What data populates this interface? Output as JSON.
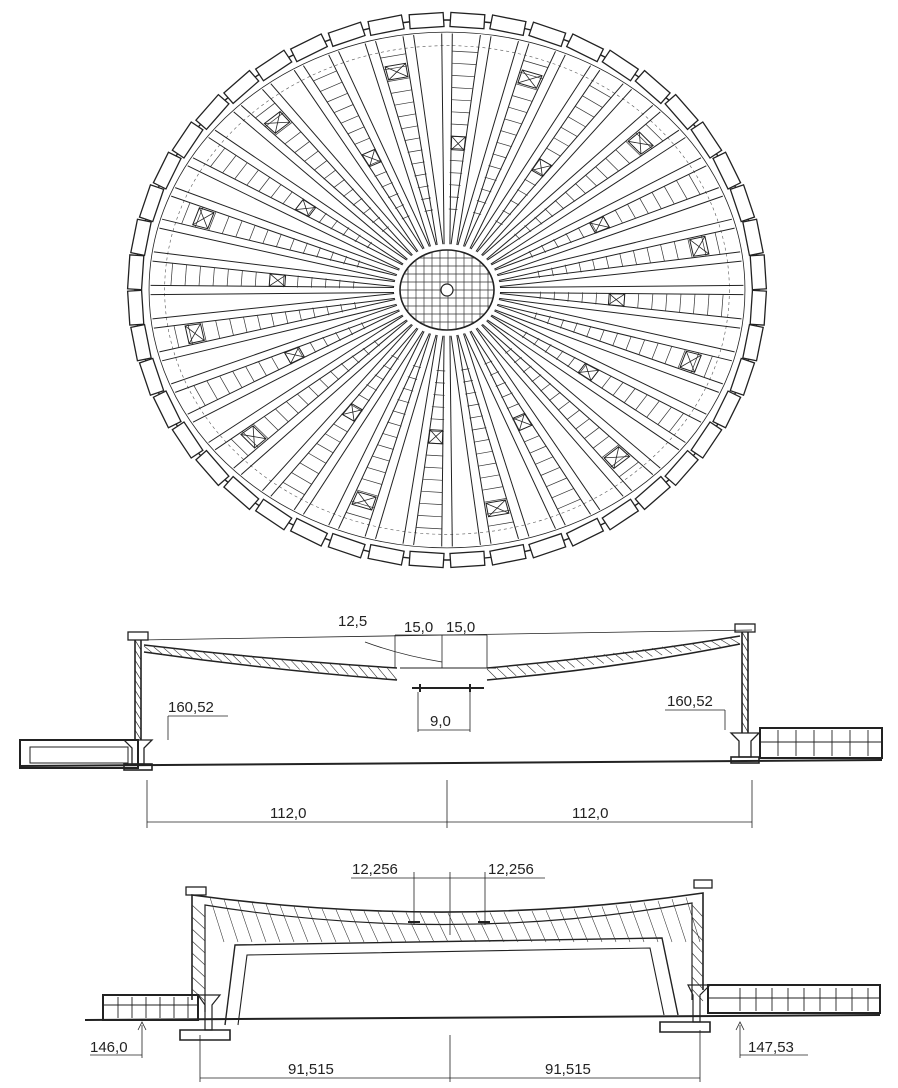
{
  "dimensions": {
    "sec1_d125": "12,5",
    "sec1_d150_left": "15,0",
    "sec1_d150_right": "15,0",
    "sec1_d90": "9,0",
    "sec1_level_left": "160,52",
    "sec1_level_right": "160,52",
    "sec1_span_left": "112,0",
    "sec1_span_right": "112,0",
    "sec2_d12256_left": "12,256",
    "sec2_d12256_right": "12,256",
    "sec2_level_left": "146,0",
    "sec2_level_right": "147,53",
    "sec2_span_left": "91,515",
    "sec2_span_right": "91,515"
  },
  "plan": {
    "radial_count": 48,
    "crossed_panel_rings": 2
  }
}
